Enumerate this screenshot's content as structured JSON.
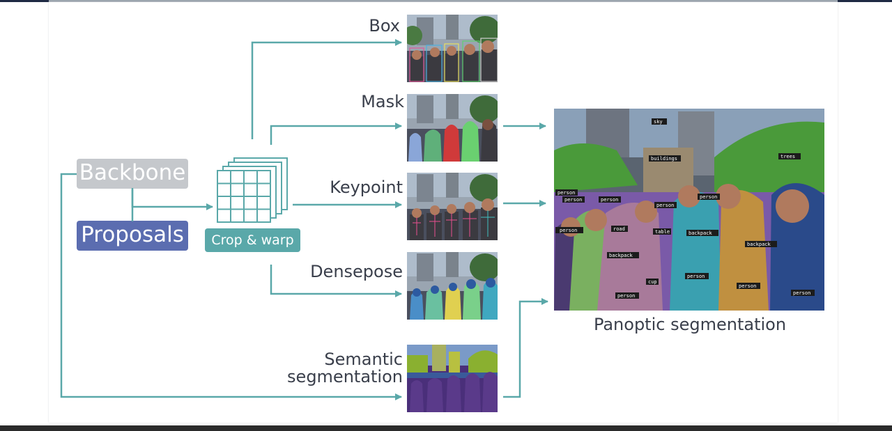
{
  "diagram": {
    "backbone_label": "Backbone",
    "proposals_label": "Proposals",
    "crop_warp_label": "Crop & warp",
    "outputs": {
      "box": "Box",
      "mask": "Mask",
      "keypoint": "Keypoint",
      "densepose": "Densepose",
      "semantic_line1": "Semantic",
      "semantic_line2": "segmentation"
    },
    "panoptic_caption": "Panoptic segmentation",
    "panoptic_tags": [
      "sky",
      "buildings",
      "trees",
      "person",
      "person",
      "person",
      "person",
      "person",
      "person",
      "road",
      "table",
      "backpack",
      "backpack",
      "backpack",
      "cup",
      "person",
      "person",
      "person",
      "person"
    ]
  },
  "colors": {
    "arrow": "#5aa8a9",
    "backbone": "#c5c8cc",
    "proposals": "#5b6db0",
    "crop": "#5aa8a9"
  }
}
